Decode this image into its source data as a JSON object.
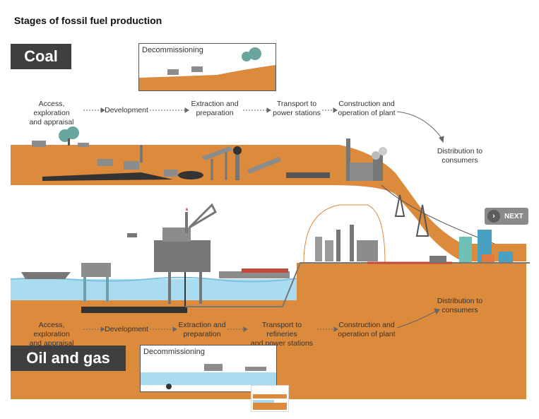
{
  "title": "Stages of fossil fuel production",
  "coal": {
    "label": "Coal",
    "decommissioning": "Decommissioning",
    "steps": [
      "Access, exploration\nand appraisal",
      "Development",
      "Extraction and\npreparation",
      "Transport to\npower stations",
      "Construction and\noperation of plant"
    ],
    "distribution": "Distribution to\nconsumers"
  },
  "oil_gas": {
    "label": "Oil and gas",
    "decommissioning": "Decommissioning",
    "steps": [
      "Access, exploration\nand appraisal",
      "Development",
      "Extraction and\npreparation",
      "Transport to refineries\nand power stations",
      "Construction and\noperation of plant"
    ],
    "distribution": "Distribution to\nconsumers"
  },
  "next_button": "NEXT",
  "colors": {
    "ground": "#dc8a3c",
    "water": "#a9dcef",
    "dark": "#3f3f3f",
    "machinery": "#8c8c8c"
  }
}
